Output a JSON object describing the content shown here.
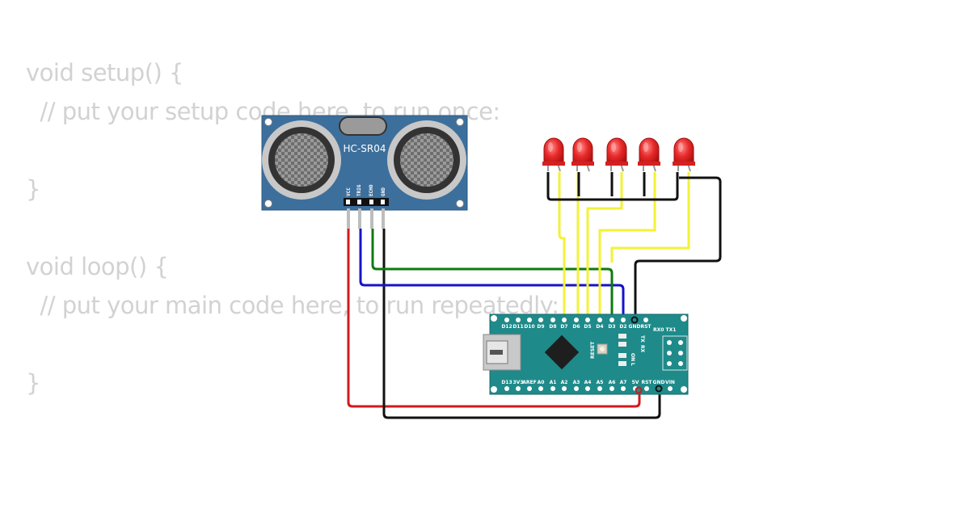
{
  "code": {
    "lines": [
      "void setup() {",
      "  // put your setup code here, to run once:",
      "",
      "}",
      "",
      "void loop() {",
      "  // put your main code here, to run repeatedly:",
      "",
      "}"
    ]
  },
  "sensor": {
    "model": "HC-SR04",
    "pins": [
      "VCC",
      "TRIG",
      "ECHO",
      "GND"
    ]
  },
  "leds": {
    "count": 5,
    "color": "#e82a2a"
  },
  "arduino": {
    "top_pins": [
      "D12",
      "D11",
      "D10",
      "D9",
      "D8",
      "D7",
      "D6",
      "D5",
      "D4",
      "D3",
      "D2",
      "GND",
      "RST"
    ],
    "top_right": "RX0 TX1",
    "bottom_pins": [
      "D13",
      "3V3",
      "AREF",
      "A0",
      "A1",
      "A2",
      "A3",
      "A4",
      "A5",
      "A6",
      "A7",
      "5V",
      "RST",
      "GND",
      "VIN"
    ],
    "leds": [
      "TX",
      "RX",
      "ON",
      "L"
    ],
    "reset_label": "RESET",
    "board_color": "#1f8a8a"
  },
  "wires": {
    "colors": {
      "red": "#d11a1a",
      "black": "#111111",
      "blue": "#1414c8",
      "green": "#0f7a0f",
      "yellow": "#f2f23a"
    }
  }
}
